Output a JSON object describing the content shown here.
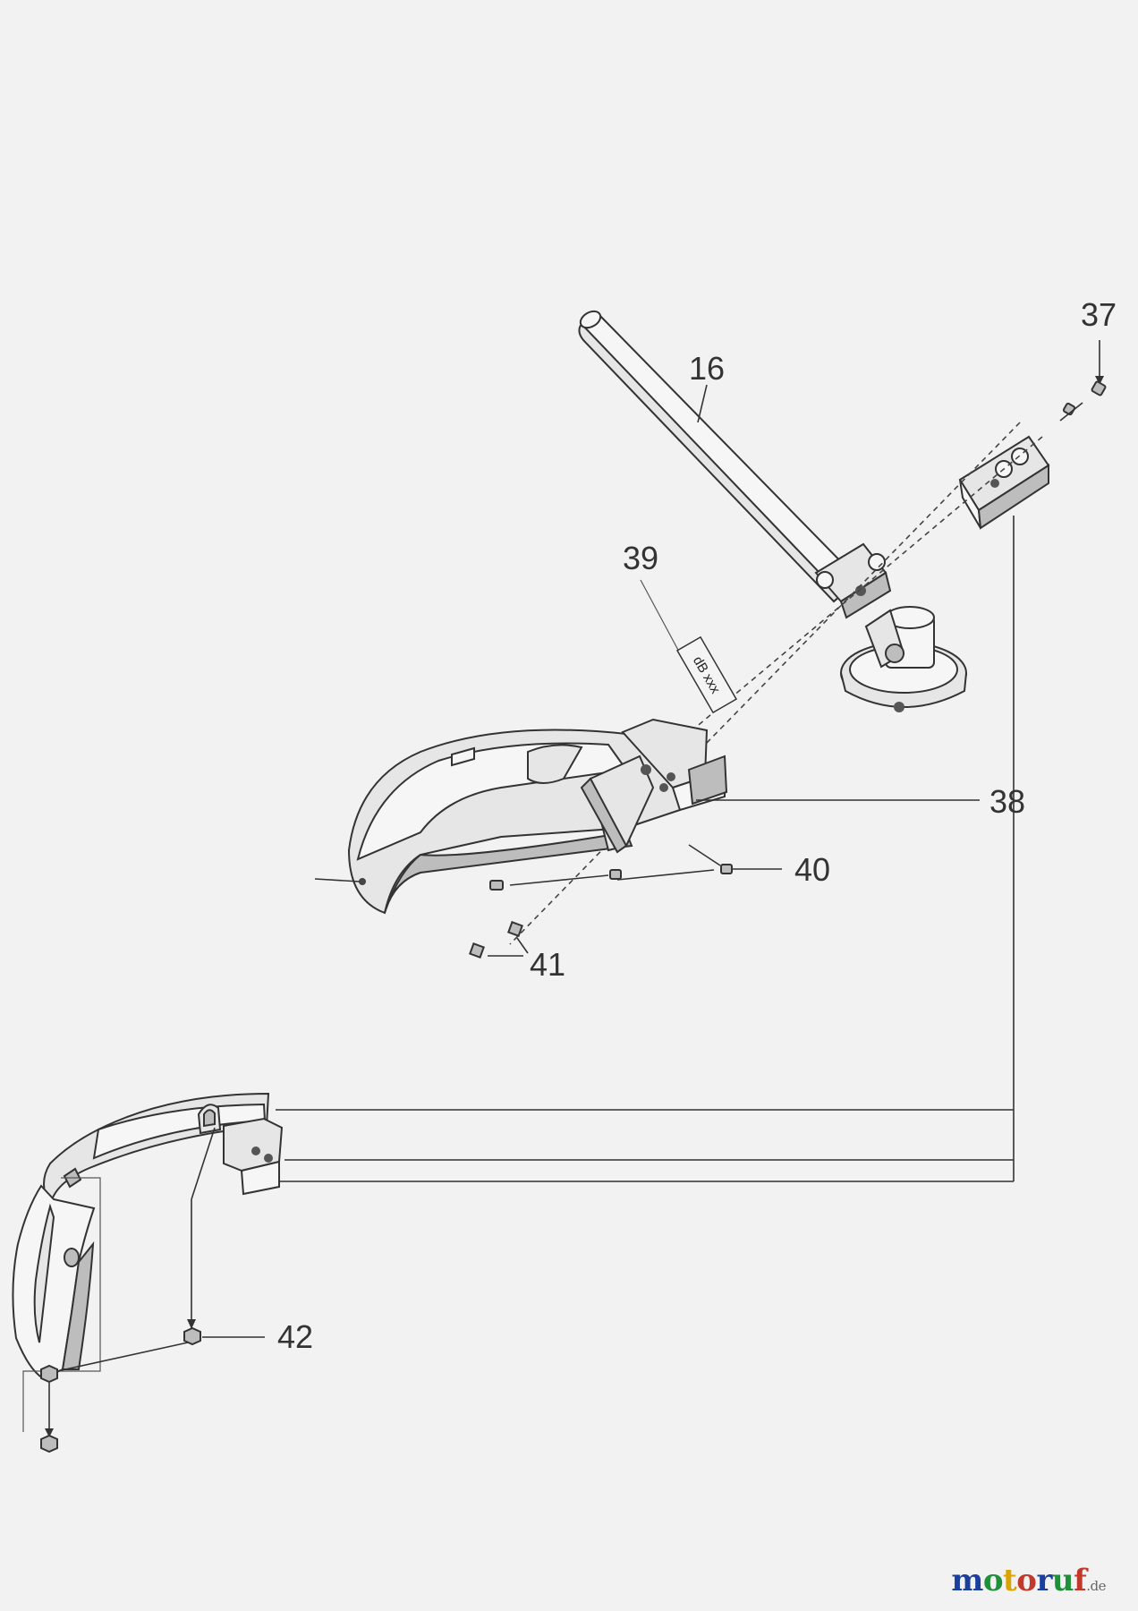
{
  "callouts": {
    "p16": "16",
    "p37": "37",
    "p38": "38",
    "p39": "39",
    "p40": "40",
    "p41": "41",
    "p42": "42"
  },
  "decal_text": "dB xxx",
  "watermark": {
    "letters": [
      "m",
      "o",
      "t",
      "o",
      "r",
      "u",
      "f"
    ],
    "colors": [
      "#1a3f9c",
      "#1f8f3a",
      "#d9a400",
      "#c0392b",
      "#1a3f9c",
      "#1f8f3a",
      "#c0392b"
    ],
    "suffix": ".de"
  }
}
